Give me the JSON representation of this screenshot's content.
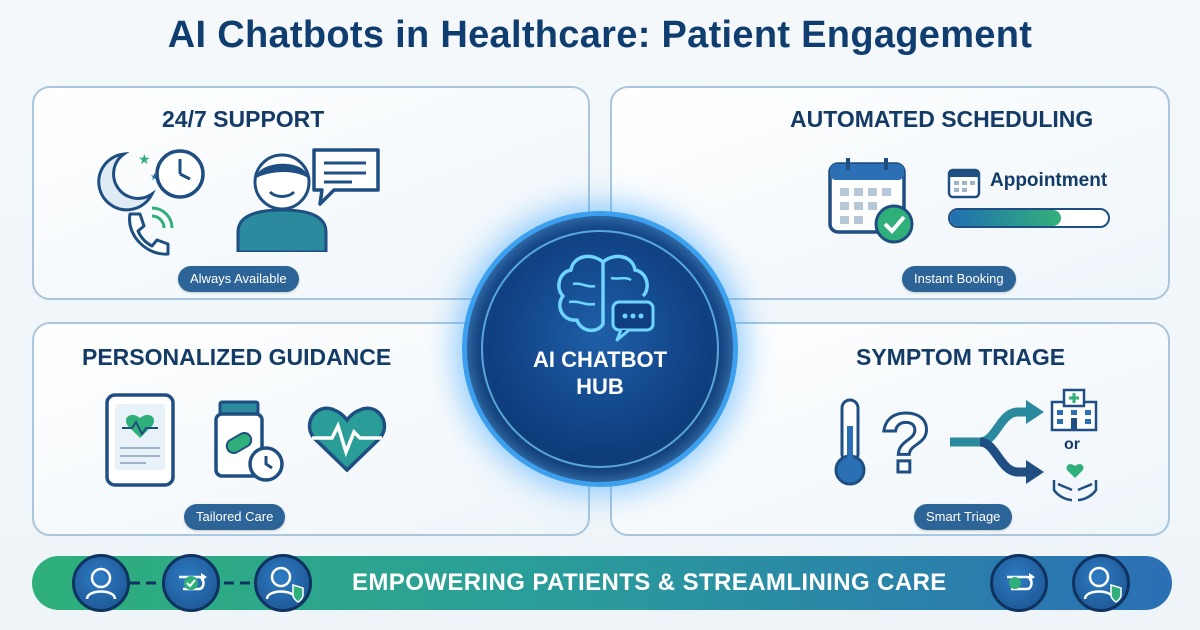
{
  "title": "AI Chatbots in Healthcare: Patient Engagement",
  "hub": {
    "line1": "AI CHATBOT",
    "line2": "HUB"
  },
  "panels": {
    "support": {
      "title": "24/7 SUPPORT",
      "badge": "Always Available"
    },
    "scheduling": {
      "title": "AUTOMATED SCHEDULING",
      "badge": "Instant Booking",
      "appointment_label": "Appointment",
      "progress": 0.7
    },
    "guidance": {
      "title": "PERSONALIZED GUIDANCE",
      "badge": "Tailored Care"
    },
    "triage": {
      "title": "SYMPTOM TRIAGE",
      "badge": "Smart Triage",
      "or_label": "or"
    }
  },
  "banner": {
    "text": "EMPOWERING PATIENTS & STREAMLINING CARE"
  },
  "colors": {
    "navy": "#0f3d70",
    "teal": "#2fb07a",
    "blue": "#2b6fb5",
    "hub_glow": "#3da0ee"
  },
  "icons": {
    "support": [
      "moon-icon",
      "clock-icon",
      "phone-icon",
      "person-icon",
      "chat-bubble-icon"
    ],
    "scheduling": [
      "calendar-check-icon",
      "calendar-small-icon"
    ],
    "guidance": [
      "tablet-heart-icon",
      "medicine-bottle-icon",
      "heart-pulse-icon"
    ],
    "triage": [
      "thermometer-icon",
      "question-mark-icon",
      "branch-arrow-icon",
      "hospital-icon",
      "heart-hands-icon"
    ],
    "hub": [
      "brain-chat-icon"
    ],
    "banner": [
      "patient-icon",
      "flow-check-icon",
      "doctor-shield-icon"
    ]
  }
}
